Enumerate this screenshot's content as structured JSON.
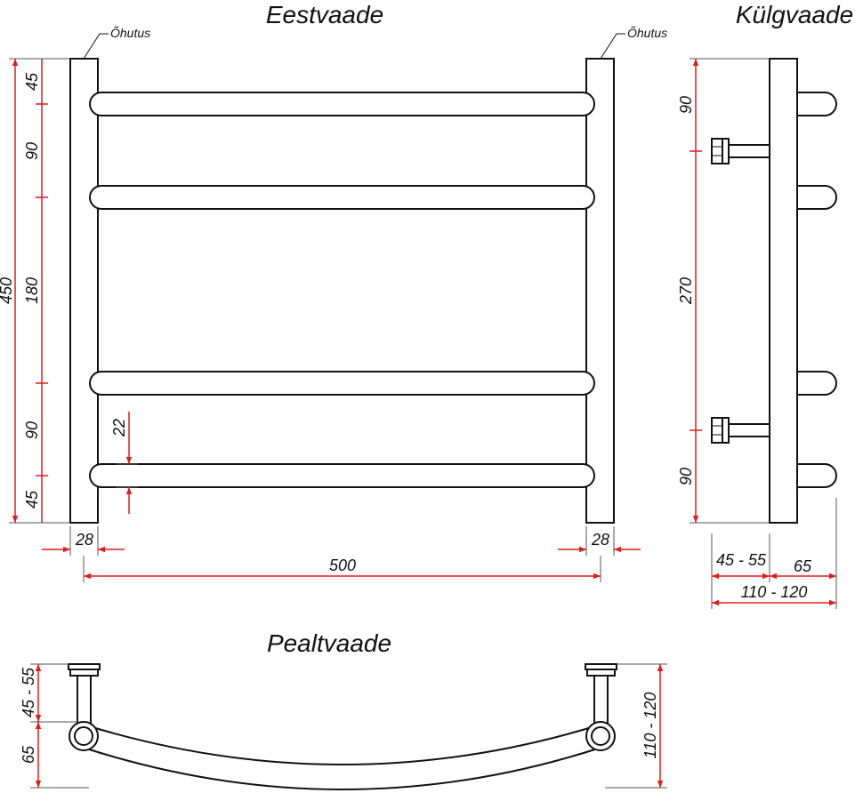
{
  "titles": {
    "front": "Eestvaade",
    "side": "Külgvaade",
    "top": "Pealtvaade"
  },
  "labels": {
    "safety_left": "Õhutus",
    "safety_right": "Õhutus"
  },
  "dimensions": {
    "front_total_height": "450",
    "front_top_gap": "45",
    "front_gap_1": "90",
    "front_gap_2": "180",
    "front_gap_3": "90",
    "front_bottom_gap": "45",
    "bar_diameter": "22",
    "post_width_left": "28",
    "post_width_right": "28",
    "total_width": "500",
    "side_top": "90",
    "side_mid": "270",
    "side_bottom": "90",
    "side_wall_offset": "45 - 55",
    "side_depth": "65",
    "side_total_depth": "110 - 120",
    "top_wall_offset": "45 - 55",
    "top_depth": "65",
    "top_total_depth": "110 - 120"
  },
  "colors": {
    "dimension_line": "#e31b1b",
    "outline": "#111111"
  }
}
